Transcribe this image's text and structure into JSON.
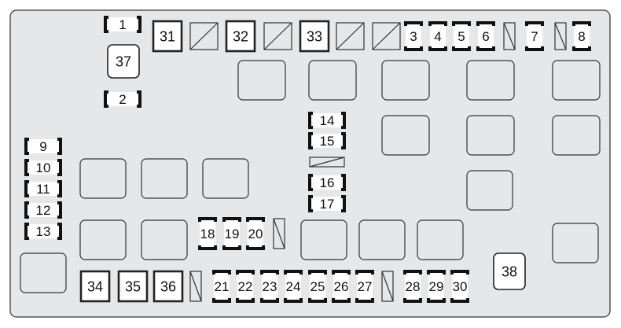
{
  "colors": {
    "panel_fill": "#e6e7e8",
    "panel_stroke": "#555555",
    "box_stroke": "#333333",
    "fuse_fill": "#ffffff",
    "label_color": "#111111"
  },
  "fuses": {
    "f1": "1",
    "f2": "2",
    "f3": "3",
    "f4": "4",
    "f5": "5",
    "f6": "6",
    "f7": "7",
    "f8": "8",
    "f9": "9",
    "f10": "10",
    "f11": "11",
    "f12": "12",
    "f13": "13",
    "f14": "14",
    "f15": "15",
    "f16": "16",
    "f17": "17",
    "f18": "18",
    "f19": "19",
    "f20": "20",
    "f21": "21",
    "f22": "22",
    "f23": "23",
    "f24": "24",
    "f25": "25",
    "f26": "26",
    "f27": "27",
    "f28": "28",
    "f29": "29",
    "f30": "30",
    "f31": "31",
    "f32": "32",
    "f33": "33",
    "f34": "34",
    "f35": "35",
    "f36": "36",
    "f37": "37",
    "f38": "38"
  }
}
